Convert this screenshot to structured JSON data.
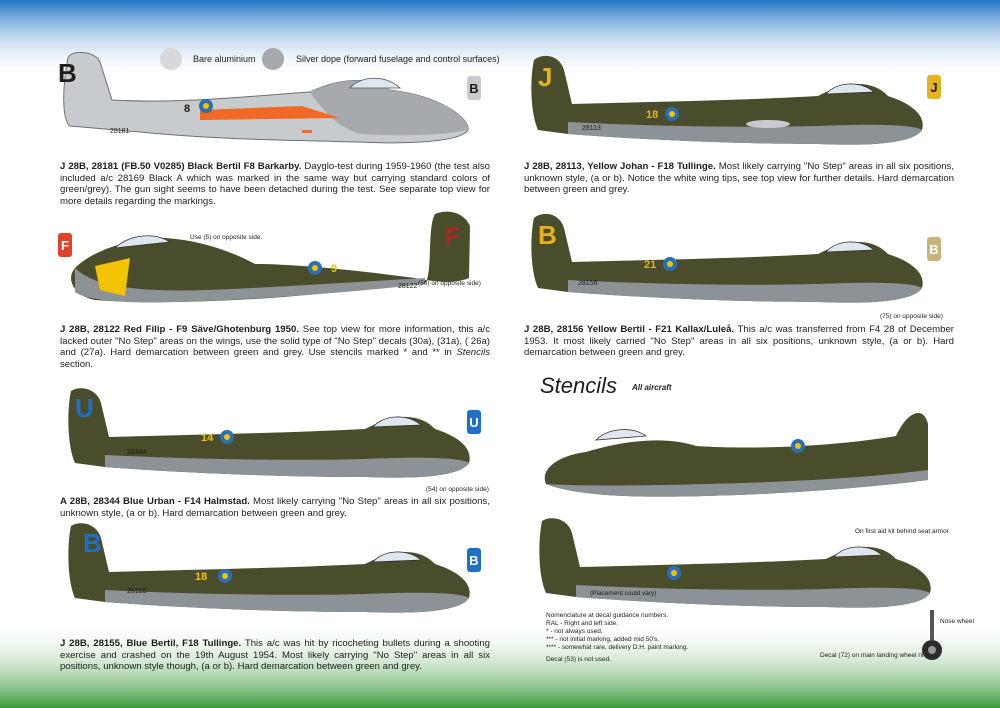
{
  "legend": {
    "bare_aluminium": "Bare aluminium",
    "silver_dope": "Silver dope (forward fuselage and control surfaces)"
  },
  "colors": {
    "olive_green": "#4a4d2c",
    "grey": "#8c9296",
    "aluminium": "#c8cbce",
    "roundel_blue": "#2a6fb5",
    "roundel_yellow": "#f3c300",
    "daylo_orange": "#f06a25",
    "red": "#b5221c",
    "yellow": "#e6b21e",
    "blue": "#1f6fc7",
    "background_top": "#1f74c4",
    "background_bottom": "#3b9a3b"
  },
  "aircraft": [
    {
      "id": "black-bertil",
      "tail_letter": "B",
      "side_badge": "B",
      "nose_code": "8",
      "serial": "28181",
      "caption_bold": "J 28B, 28181 (FB.50 V0285) Black Bertil F8 Barkarby.",
      "caption": " Dayglo-test during 1959-1960 (the test also included a/c 28169 Black A which was marked in the same way but carrying standard colors of green/grey). The gun sight seems to have been detached during the test. See separate top view for more details regarding the markings."
    },
    {
      "id": "red-filip",
      "tail_letter": "F",
      "side_badge": "F",
      "nose_code": "9",
      "serial": "28122",
      "note_top": "Use",
      "note_top_tail": "on opposite side.",
      "note_side": "on opposite side)",
      "caption_bold": "J 28B, 28122 Red Filip - F9 Säve/Ghotenburg 1950.",
      "caption": " See top view for more information, this a/c lacked outer \"No Step\" areas on the wings, use the solid type of \"No Step\" decals (30a), (31a), ( 26a) and (27a). Hard demarcation between green and grey. Use stencils marked * and ** in ",
      "caption_italic": "Stencils",
      "caption_end": " section."
    },
    {
      "id": "blue-urban",
      "tail_letter": "U",
      "side_badge": "U",
      "nose_code": "14",
      "serial": "28344",
      "note_side": "on opposite side)",
      "caption_bold": "A 28B, 28344 Blue Urban - F14 Halmstad.",
      "caption": " Most likely carrying \"No Step\" areas in all six positions, unknown style, (a or b).  Hard demarcation between green and grey."
    },
    {
      "id": "blue-bertil",
      "tail_letter": "B",
      "side_badge": "B",
      "nose_code": "18",
      "serial": "28155",
      "caption_bold": "J 28B, 28155, Blue Bertil, F18 Tullinge.",
      "caption": " This a/c was hit by ricocheting bullets during a shooting exercise and crashed on the 19th August 1954. Most likely carrying \"No Step\" areas in all six positions, unknown style though, (a or b). Hard demarcation between green and grey."
    },
    {
      "id": "yellow-johan",
      "tail_letter": "J",
      "side_badge": "J",
      "nose_code": "18",
      "serial": "28113",
      "caption_bold": "J 28B, 28113, Yellow Johan - F18 Tullinge.",
      "caption": " Most likely carrying \"No Step\" areas in all six positions, unknown style, (a or b). Notice the white wing tips, see top view for further details. Hard demarcation between green and grey."
    },
    {
      "id": "yellow-bertil",
      "tail_letter": "B",
      "side_badge": "B",
      "nose_code": "21",
      "serial": "28156",
      "note_side": "on opposite side)",
      "caption_bold": "J 28B, 28156 Yellow Bertil - F21 Kallax/Luleå.",
      "caption": " This a/c was transferred from F4 28 of December 1953. It most likely carried \"No Step\" areas in all six positions, unknown style, (a or b). Hard demarcation between green and grey."
    }
  ],
  "stencils": {
    "title": "Stencils",
    "subtitle": "All aircraft",
    "placement_note": "(Placement could vary)",
    "first_aid_note": "On first aid kit behind seat armor",
    "nose_wheel_label": "Nose wheel",
    "main_wheel_note": "Decal (72) on main landing wheel rim.",
    "nomenclature": [
      "Nomenclature at decal guidance numbers.",
      "RAL - Right and left side.",
      "*    - not always used.",
      "*** - not initial marking, added mid 50's.",
      "**** - somewhat rare, delivery D.H. paint marking.",
      "Decal (53) is not used."
    ]
  }
}
